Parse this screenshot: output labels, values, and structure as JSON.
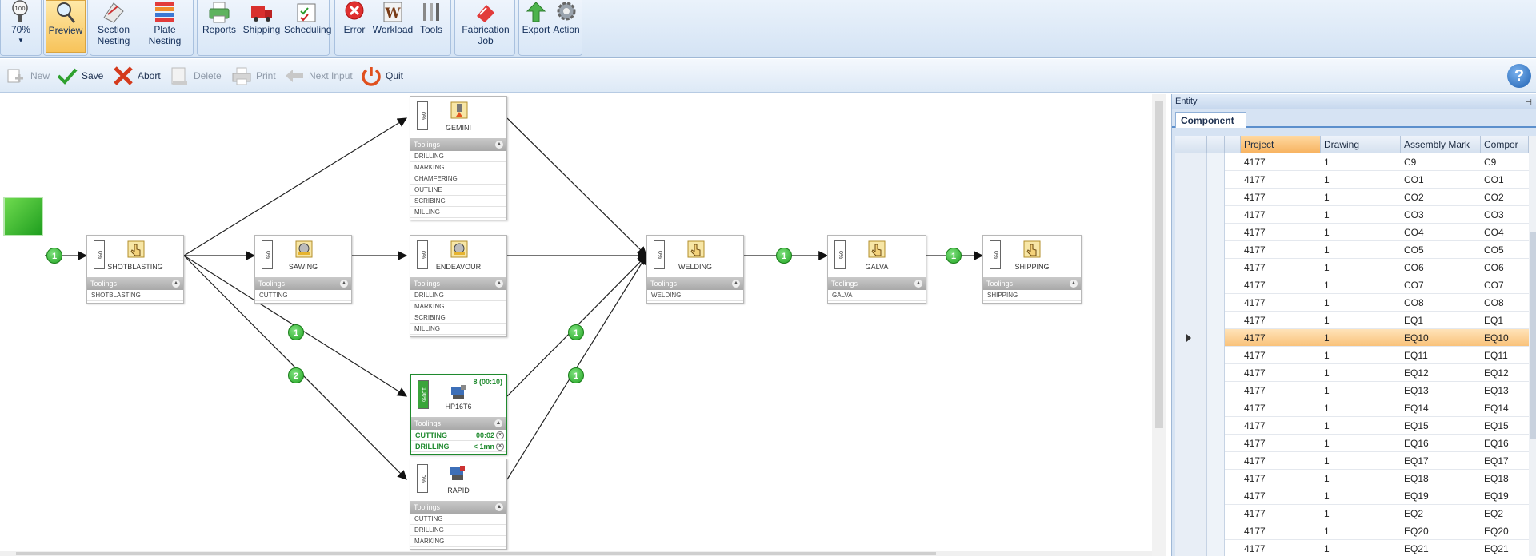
{
  "ribbon": {
    "zoom_label": "70%",
    "zoom_glyph": "100",
    "buttons": [
      {
        "id": "preview",
        "label": "Preview"
      },
      {
        "id": "section_nesting",
        "label1": "Section",
        "label2": "Nesting"
      },
      {
        "id": "plate_nesting",
        "label": "Plate Nesting"
      },
      {
        "id": "reports",
        "label": "Reports"
      },
      {
        "id": "shipping",
        "label": "Shipping"
      },
      {
        "id": "scheduling",
        "label": "Scheduling"
      },
      {
        "id": "error",
        "label": "Error"
      },
      {
        "id": "workload",
        "label": "Workload"
      },
      {
        "id": "tools",
        "label": "Tools"
      },
      {
        "id": "fabrication_job",
        "label1": "Fabrication",
        "label2": "Job"
      },
      {
        "id": "export",
        "label": "Export"
      },
      {
        "id": "action",
        "label": "Action"
      }
    ]
  },
  "toolbar": {
    "new": "New",
    "save": "Save",
    "abort": "Abort",
    "delete": "Delete",
    "print": "Print",
    "next_input": "Next Input",
    "quit": "Quit",
    "help": "?"
  },
  "workflow": {
    "toolings_label": "Toolings",
    "percent_label": "0%",
    "selected_percent_label": "100%",
    "nodes": {
      "shotblasting": {
        "name": "SHOTBLASTING",
        "tools": [
          "SHOTBLASTING"
        ]
      },
      "sawing": {
        "name": "SAWING",
        "tools": [
          "CUTTING"
        ]
      },
      "gemini": {
        "name": "GEMINI",
        "tools": [
          "DRILLING",
          "MARKING",
          "CHAMFERING",
          "OUTLINE",
          "SCRIBING",
          "MILLING"
        ]
      },
      "endeavour": {
        "name": "ENDEAVOUR",
        "tools": [
          "DRILLING",
          "MARKING",
          "SCRIBING",
          "MILLING"
        ]
      },
      "hp16t6": {
        "name": "HP16T6",
        "count": "8 (00:10)",
        "tools": [
          {
            "name": "CUTTING",
            "value": "00:02"
          },
          {
            "name": "DRILLING",
            "value": "< 1mn"
          }
        ]
      },
      "rapid": {
        "name": "RAPID",
        "tools": [
          "CUTTING",
          "DRILLING",
          "MARKING"
        ]
      },
      "welding": {
        "name": "WELDING",
        "tools": [
          "WELDING"
        ]
      },
      "galva": {
        "name": "GALVA",
        "tools": [
          "GALVA"
        ]
      },
      "shipping": {
        "name": "SHIPPING",
        "tools": [
          "SHIPPING"
        ]
      }
    },
    "badges": {
      "start_shot": "1",
      "shot_hp_1": "1",
      "shot_hp_2": "2",
      "hp_weld_1": "1",
      "hp_weld_2": "1",
      "weld_galva": "1",
      "galva_ship": "1"
    }
  },
  "panel": {
    "title": "Entity",
    "pin": "⊣",
    "tab": "Component",
    "columns": [
      "Project",
      "Drawing",
      "Assembly Mark",
      "Compor"
    ],
    "rows": [
      [
        "4177",
        "1",
        "C9",
        "C9"
      ],
      [
        "4177",
        "1",
        "CO1",
        "CO1"
      ],
      [
        "4177",
        "1",
        "CO2",
        "CO2"
      ],
      [
        "4177",
        "1",
        "CO3",
        "CO3"
      ],
      [
        "4177",
        "1",
        "CO4",
        "CO4"
      ],
      [
        "4177",
        "1",
        "CO5",
        "CO5"
      ],
      [
        "4177",
        "1",
        "CO6",
        "CO6"
      ],
      [
        "4177",
        "1",
        "CO7",
        "CO7"
      ],
      [
        "4177",
        "1",
        "CO8",
        "CO8"
      ],
      [
        "4177",
        "1",
        "EQ1",
        "EQ1"
      ],
      [
        "4177",
        "1",
        "EQ10",
        "EQ10"
      ],
      [
        "4177",
        "1",
        "EQ11",
        "EQ11"
      ],
      [
        "4177",
        "1",
        "EQ12",
        "EQ12"
      ],
      [
        "4177",
        "1",
        "EQ13",
        "EQ13"
      ],
      [
        "4177",
        "1",
        "EQ14",
        "EQ14"
      ],
      [
        "4177",
        "1",
        "EQ15",
        "EQ15"
      ],
      [
        "4177",
        "1",
        "EQ16",
        "EQ16"
      ],
      [
        "4177",
        "1",
        "EQ17",
        "EQ17"
      ],
      [
        "4177",
        "1",
        "EQ18",
        "EQ18"
      ],
      [
        "4177",
        "1",
        "EQ19",
        "EQ19"
      ],
      [
        "4177",
        "1",
        "EQ2",
        "EQ2"
      ],
      [
        "4177",
        "1",
        "EQ20",
        "EQ20"
      ],
      [
        "4177",
        "1",
        "EQ21",
        "EQ21"
      ]
    ],
    "selected_row": 10,
    "sorted_column": 0
  }
}
